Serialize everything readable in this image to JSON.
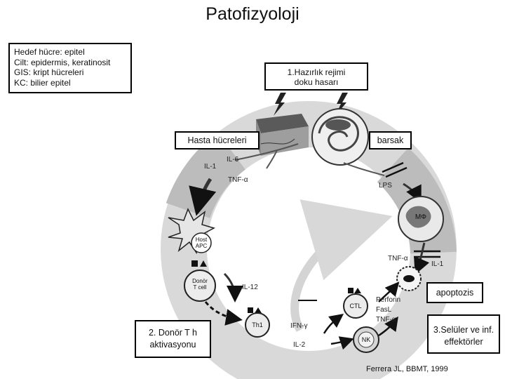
{
  "title": "Patofizyoloji",
  "target_cells": {
    "lines": [
      "Hedef hücre: epitel",
      "Cilt: epidermis, keratinosit",
      "GIS: kript hücreleri",
      "KC: bilier epitel"
    ]
  },
  "step1": {
    "line1": "1.Hazırlık rejimi",
    "line2": "doku hasarı"
  },
  "hasta_label": "Hasta hücreleri",
  "barsak_label": "barsak",
  "cytokines": {
    "il6": "IL-6",
    "il1_left": "IL-1",
    "tnf_top": "TNF-α",
    "lps": "LPS",
    "tnf_right": "TNF-α",
    "il1_right": "IL-1",
    "il12": "IL-12",
    "ifn": "IFN-γ",
    "il2": "IL-2",
    "perforin": "Perforin",
    "fasl": "FasL",
    "tnf_eff": "TNF-α"
  },
  "cells": {
    "macrophage": "MΦ",
    "host_apc_1": "Host",
    "host_apc_2": "APC",
    "donor_t_1": "Donör",
    "donor_t_2": "T cell",
    "th1": "Th1",
    "ctl": "CTL",
    "nk": "NK"
  },
  "apoptosis_label": "apoptozis",
  "step2": {
    "line1": "2. Donör T h",
    "line2": "aktivasyonu"
  },
  "step3": {
    "line1": "3.Selüler ve inf.",
    "line2": "effektörler"
  },
  "citation": "Ferrera JL, BBMT, 1999"
}
